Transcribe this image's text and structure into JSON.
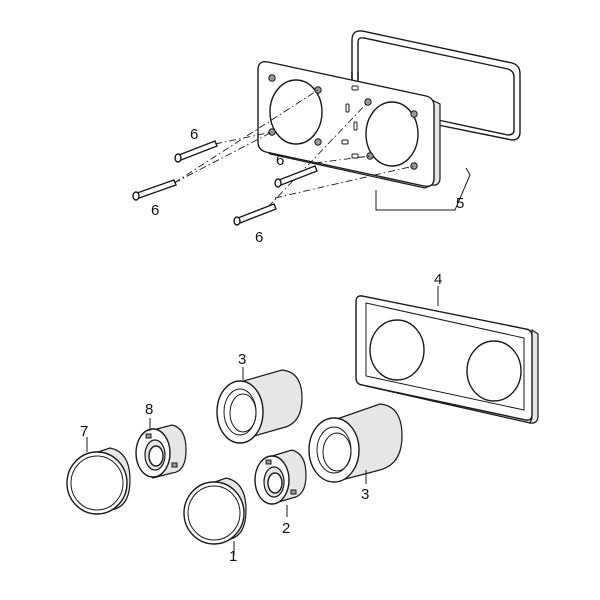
{
  "callouts": {
    "screw_a": "6",
    "screw_b": "6",
    "screw_c": "6",
    "screw_d": "6",
    "mount_plate": "5",
    "cover_plate": "4",
    "sleeve_top": "3",
    "sleeve_right": "3",
    "nut_right": "2",
    "knob_front": "1",
    "knob_left": "7",
    "nut_left": "8"
  }
}
